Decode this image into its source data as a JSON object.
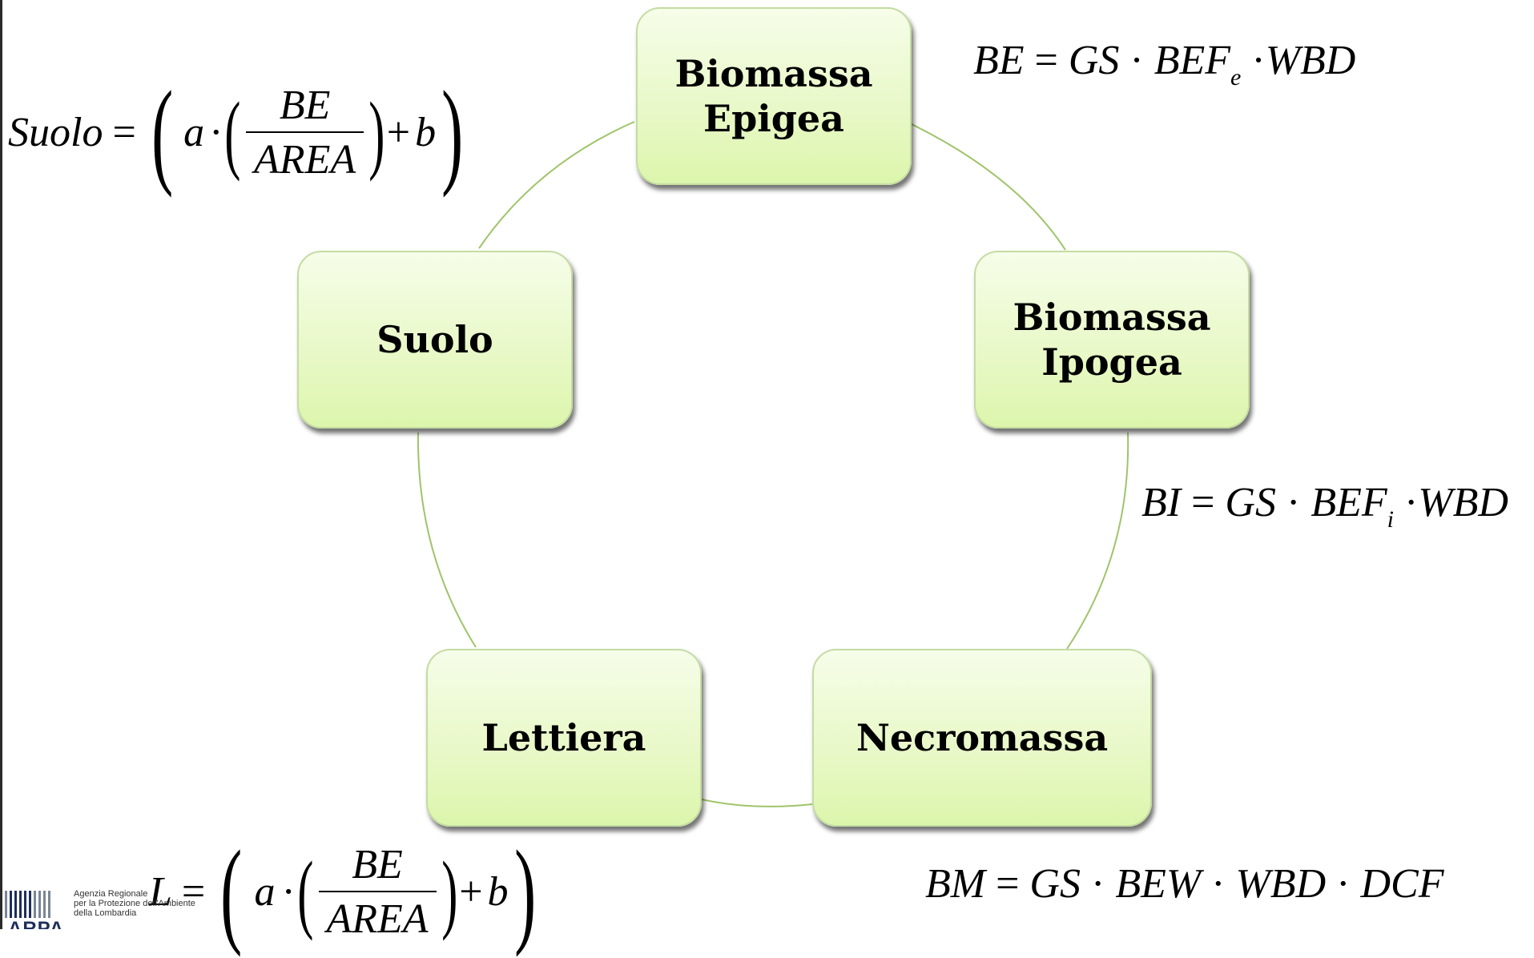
{
  "colors": {
    "node_fill_top": "#f6fde9",
    "node_fill_bottom": "#dcf6ac",
    "node_border": "#c4dca2",
    "connector": "#9fc46a",
    "text": "#000000",
    "logo_dark": "#1e2f5a"
  },
  "nodes": {
    "biomassa_epigea": "Biomassa\nEpigea",
    "biomassa_ipogea": "Biomassa\nIpogea",
    "necromassa": "Necromassa",
    "lettiera": "Lettiera",
    "suolo": "Suolo"
  },
  "formulas": {
    "be": {
      "lhs": "BE",
      "eq": "=",
      "gs": "GS",
      "dot": "·",
      "bef": "BEF",
      "sub": "e",
      "wbd": "WBD"
    },
    "bi": {
      "lhs": "BI",
      "eq": "=",
      "gs": "GS",
      "dot": "·",
      "bef": "BEF",
      "sub": "i",
      "wbd": "WBD"
    },
    "bm": {
      "lhs": "BM",
      "eq": "=",
      "gs": "GS",
      "dot": "·",
      "bew": "BEW",
      "wbd": "WBD",
      "dcf": "DCF"
    },
    "suolo": {
      "lhs": "Suolo",
      "eq": "=",
      "a": "a",
      "dot": "·",
      "num": "BE",
      "den": "AREA",
      "plus": "+",
      "b": "b"
    },
    "lettiera": {
      "lhs": "L",
      "eq": "=",
      "a": "a",
      "dot": "·",
      "num": "BE",
      "den": "AREA",
      "plus": "+",
      "b": "b"
    }
  },
  "logo": {
    "icon": "arpa-bars-logo",
    "text": "Agenzia Regionale\nper la Protezione dell'Ambiente\ndella Lombardia",
    "word": "ARPA"
  }
}
